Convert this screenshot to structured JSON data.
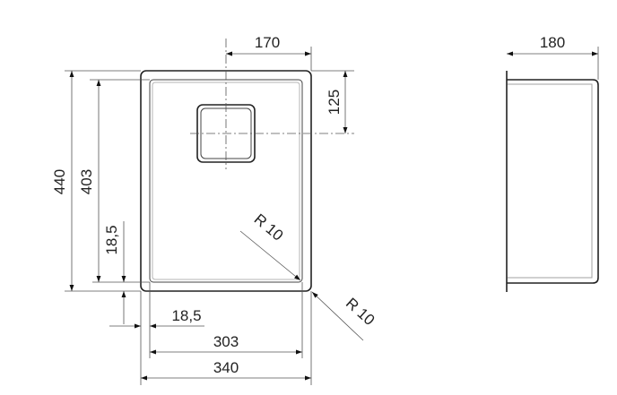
{
  "dimensions": {
    "drain_offset_x": "170",
    "drain_offset_y": "125",
    "outer_height": "440",
    "inner_height": "403",
    "rim_width_vertical": "18,5",
    "rim_width_horizontal": "18,5",
    "inner_width": "303",
    "outer_width": "340",
    "inner_radius": "R 10",
    "outer_radius": "R 10",
    "depth": "180"
  },
  "colors": {
    "outline": "#222222",
    "dimension_line": "#555555"
  }
}
